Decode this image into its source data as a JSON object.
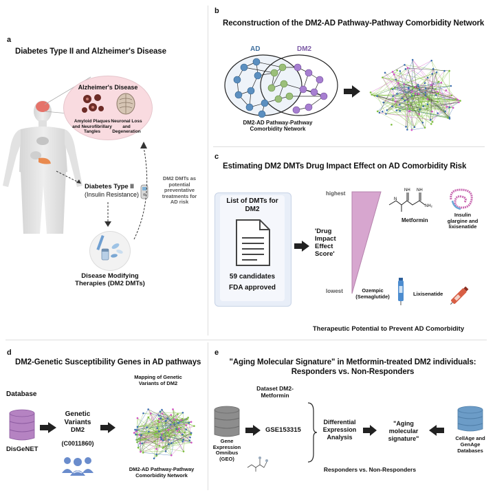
{
  "panel_a": {
    "letter": "a",
    "title": "Diabetes Type II and Alzheimer's Disease",
    "ad_title": "Alzheimer's Disease",
    "amyloid": "Amyloid Plaques and Neurofibrillary Tangles",
    "neuronal": "Neuronal Loss and Degeneration",
    "diabetes": "Diabetes Type II",
    "insulin": "(Insulin Resistance)",
    "dm2_dmts_note": "DM2 DMTs as potential preventative treatments for AD risk",
    "dmt_title": "Disease Modifying Therapies (DM2 DMTs)"
  },
  "panel_b": {
    "letter": "b",
    "title": "Reconstruction of the DM2-AD Pathway-Pathway Comorbidity Network",
    "ad": "AD",
    "dm2": "DM2",
    "network_label": "DM2-AD Pathway-Pathway Comorbidity Network"
  },
  "panel_c": {
    "letter": "c",
    "title": "Estimating DM2 DMTs Drug Impact Effect on AD Comorbidity Risk",
    "list_title": "List of DMTs for DM2",
    "candidates": "59 candidates",
    "fda": "FDA approved",
    "score": "'Drug Impact Effect Score'",
    "highest": "highest",
    "lowest": "lowest",
    "metformin": "Metformin",
    "insulin_glargine": "Insulin glargine and lixisenatide",
    "ozempic": "Ozempic (Semaglutide)",
    "lixisenatide": "Lixisenatide",
    "footer": "Therapeutic Potential to Prevent AD Comorbidity"
  },
  "panel_d": {
    "letter": "d",
    "title": "DM2-Genetic Susceptibility Genes in AD pathways",
    "database": "Database",
    "disgenet": "DisGeNET",
    "genetic_variants": "Genetic Variants",
    "dm2": "DM2",
    "code": "(C0011860)",
    "mapping": "Mapping of Genetic Variants of DM2",
    "network_label": "DM2-AD Pathway-Pathway Comorbidity Network"
  },
  "panel_e": {
    "letter": "e",
    "title_line1": "\"Aging Molecular Signature\" in Metformin-treated DM2 individuals:",
    "title_line2": "Responders vs. Non-Responders",
    "dataset": "Dataset DM2-Metformin",
    "geo": "Gene Expression Omnibus (GEO)",
    "gse": "GSE153315",
    "dea": "Differential Expression Analysis",
    "signature": "\"Aging molecular signature\"",
    "cellage": "CellAge and GenAge Databases",
    "responders": "Responders vs. Non-Responders"
  },
  "colors": {
    "ad_node": "#5b8fc0",
    "dm2_node": "#a77fd1",
    "shared_node": "#9bbf7a",
    "triangle": "#d7a6cf",
    "db_purple": "#b583c2",
    "db_gray": "#8d8d8d",
    "db_blue": "#6c9cc7"
  }
}
